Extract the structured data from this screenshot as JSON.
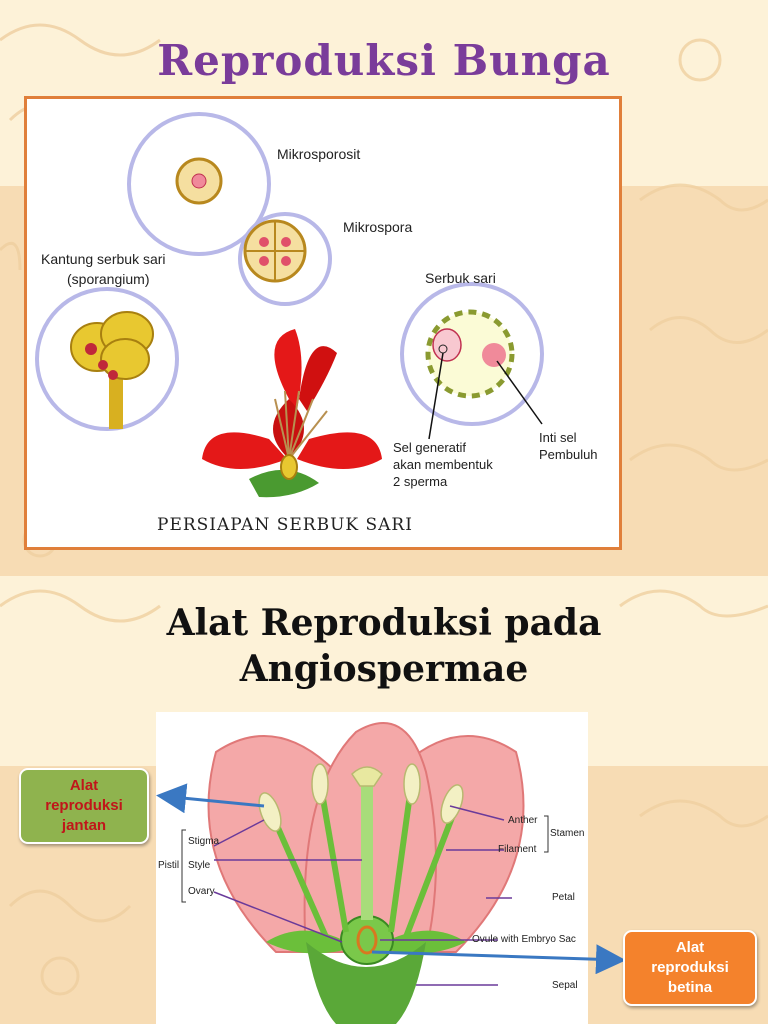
{
  "slide1": {
    "title": "Reproduksi Bunga",
    "labels": {
      "mikrosporosit": "Mikrosporosit",
      "mikrospora": "Mikrospora",
      "kantung_line1": "Kantung serbuk sari",
      "kantung_line2": "(sporangium)",
      "serbuk_sari": "Serbuk sari",
      "sel_generatif_1": "Sel generatif",
      "sel_generatif_2": "akan membentuk",
      "sel_generatif_3": "2 sperma",
      "inti_sel_1": "Inti sel",
      "inti_sel_2": "Pembuluh"
    },
    "caption": "PERSIAPAN SERBUK SARI"
  },
  "slide2": {
    "title_line1": "Alat Reproduksi pada",
    "title_line2": "Angiospermae",
    "labels": {
      "stigma": "Stigma",
      "style": "Style",
      "ovary": "Ovary",
      "pistil": "Pistil",
      "anther": "Anther",
      "filament": "Filament",
      "stamen": "Stamen",
      "petal": "Petal",
      "ovule": "Ovule with Embryo Sac",
      "sepal": "Sepal"
    },
    "callout_jantan": [
      "Alat",
      "reproduksi",
      "jantan"
    ],
    "callout_betina": [
      "Alat",
      "reproduksi",
      "betina"
    ]
  },
  "colors": {
    "title_purple": "#7a3c9a",
    "frame_orange": "#e07f3a",
    "callout_green": "#8fb34e",
    "callout_orange": "#f4822c",
    "arrow_blue": "#3a78c2"
  }
}
